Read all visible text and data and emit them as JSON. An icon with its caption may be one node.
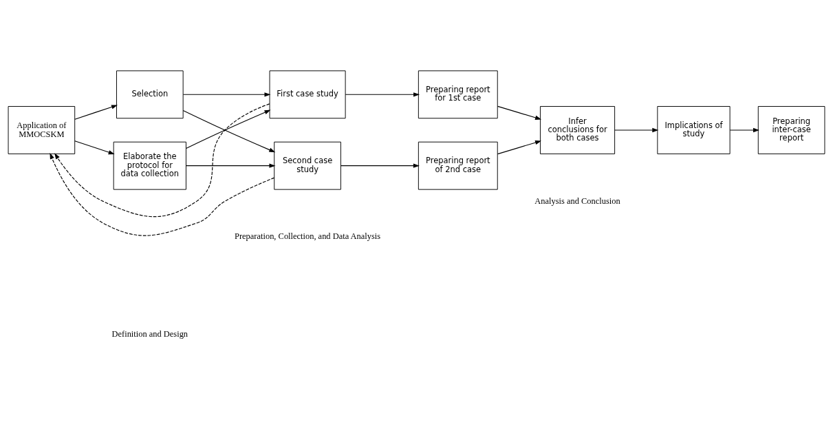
{
  "diagram": {
    "nodes": [
      {
        "text": [
          "Application of MMOCSKM"
        ]
      },
      {
        "text": [
          "Selection"
        ]
      },
      {
        "text": [
          "Elaborate the protocol for data collection"
        ]
      },
      {
        "text": [
          "First case study"
        ]
      },
      {
        "text": [
          "Second case study"
        ]
      },
      {
        "text": [
          "Preparing report for 1st case"
        ]
      },
      {
        "text": [
          "Preparing report of 2nd case"
        ]
      },
      {
        "text": [
          "Infer conclusions for both cases"
        ]
      },
      {
        "text": [
          "Implications of study"
        ]
      },
      {
        "text": [
          "Preparing inter-case report"
        ]
      }
    ],
    "edges": [
      {
        "from": 0,
        "to": 1,
        "arrow": "to"
      },
      {
        "from": 0,
        "to": 2,
        "arrow": "to"
      },
      {
        "from": 1,
        "to": 3,
        "arrow": "to"
      },
      {
        "from": 1,
        "to": 4,
        "arrow": "to"
      },
      {
        "from": 2,
        "to": 3,
        "arrow": "to"
      },
      {
        "from": 2,
        "to": 4,
        "arrow": "to"
      },
      {
        "from": 3,
        "to": 5,
        "arrow": "to"
      },
      {
        "from": 4,
        "to": 6,
        "arrow": "to"
      },
      {
        "from": 5,
        "to": 7,
        "arrow": "to"
      },
      {
        "from": 6,
        "to": 7,
        "arrow": "to"
      },
      {
        "from": 7,
        "to": 8,
        "arrow": "to"
      },
      {
        "from": 8,
        "to": 9,
        "arrow": "to"
      },
      {
        "from": 3,
        "to": 0,
        "arrow": "to",
        "style": "dashed"
      },
      {
        "from": 4,
        "to": 0,
        "arrow": "to",
        "style": "dashed"
      }
    ],
    "labels": [
      "Definition and Design",
      "Preparation, Collection, and Data Analysis",
      "Analysis and Conclusion"
    ]
  }
}
